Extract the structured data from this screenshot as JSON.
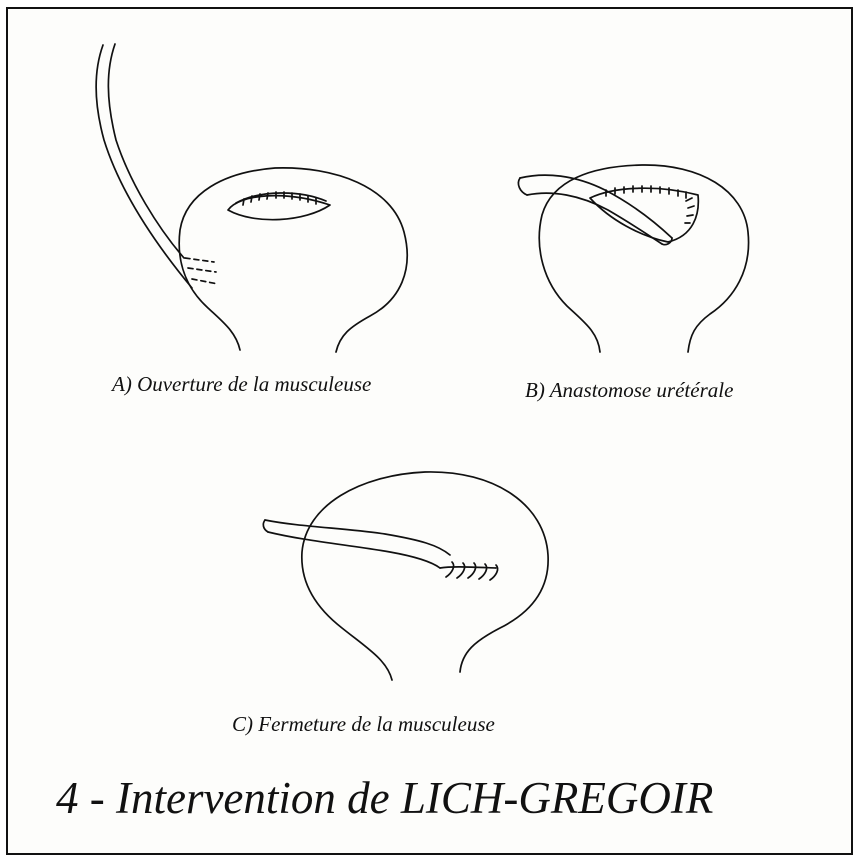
{
  "diagram": {
    "title": "4 - Intervention de LICH-GREGOIR",
    "panels": [
      {
        "id": "A",
        "caption": "A) Ouverture de la musculeuse"
      },
      {
        "id": "B",
        "caption": "B) Anastomose urétérale"
      },
      {
        "id": "C",
        "caption": "C) Fermeture de la musculeuse"
      }
    ]
  },
  "colors": {
    "ink": "#111111",
    "paper": "#fdfdfb"
  }
}
